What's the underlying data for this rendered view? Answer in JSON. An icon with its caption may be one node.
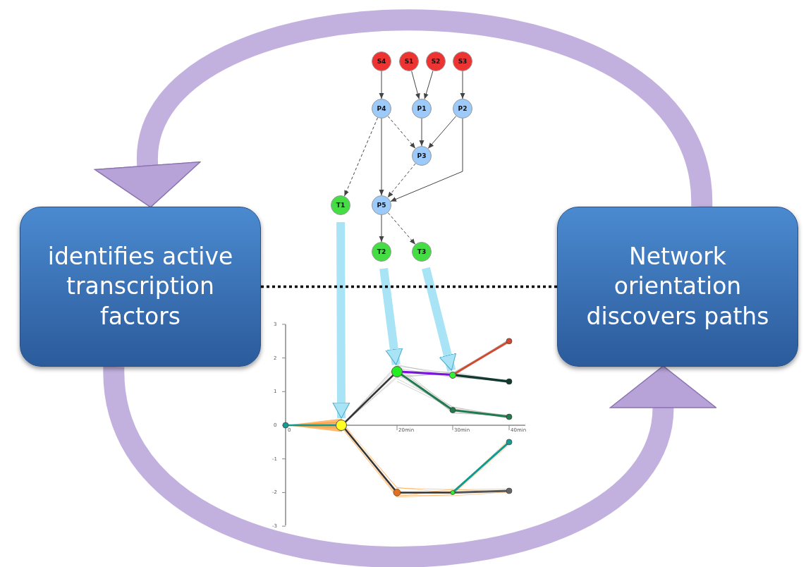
{
  "diagram": {
    "nodes": [
      {
        "text": [
          "S4"
        ]
      },
      {
        "text": [
          "S1"
        ]
      },
      {
        "text": [
          "S2"
        ]
      },
      {
        "text": [
          "S3"
        ]
      },
      {
        "text": [
          "P4"
        ]
      },
      {
        "text": [
          "P1"
        ]
      },
      {
        "text": [
          "P2"
        ]
      },
      {
        "text": [
          "P3"
        ]
      },
      {
        "text": [
          "T1"
        ]
      },
      {
        "text": [
          "P5"
        ]
      },
      {
        "text": [
          "identifies active transcription factors"
        ]
      },
      {
        "text": [
          "Network orientation discovers paths"
        ]
      },
      {
        "text": [
          "T2"
        ]
      },
      {
        "text": [
          "T3"
        ]
      },
      {
        "text": [],
        "shape": "circle"
      },
      {
        "text": [],
        "shape": "circle"
      },
      {
        "text": [],
        "shape": "circle"
      }
    ],
    "edges": [
      {
        "from": 0,
        "to": 4,
        "arrow": "to"
      },
      {
        "from": 1,
        "to": 5,
        "arrow": "to"
      },
      {
        "from": 2,
        "to": 5,
        "arrow": "to"
      },
      {
        "from": 3,
        "to": 6,
        "arrow": "to"
      },
      {
        "from": 4,
        "to": 8,
        "arrow": "to",
        "style": "dashed"
      },
      {
        "from": 4,
        "to": 9,
        "arrow": "to"
      },
      {
        "from": 4,
        "to": 7,
        "arrow": "to",
        "style": "dashed"
      },
      {
        "from": 5,
        "to": 7,
        "arrow": "to"
      },
      {
        "from": 6,
        "to": 7,
        "arrow": "to"
      },
      {
        "from": 6,
        "to": 9,
        "arrow": "to"
      },
      {
        "from": 7,
        "to": 9,
        "arrow": "to",
        "style": "dashed"
      },
      {
        "from": 9,
        "to": 12,
        "arrow": "to"
      },
      {
        "from": 9,
        "to": 13,
        "arrow": "to",
        "style": "dashed"
      },
      {
        "from": 8,
        "to": 14,
        "arrow": "to",
        "style": "thick",
        "color": "#a8e4f6"
      },
      {
        "from": 12,
        "to": 15,
        "arrow": "to",
        "style": "thick",
        "color": "#a8e4f6"
      },
      {
        "from": 13,
        "to": 16,
        "arrow": "to",
        "style": "thick",
        "color": "#a8e4f6"
      },
      {
        "from": 10,
        "to": 11,
        "arrow": "none",
        "style": "dashed",
        "color": "#000000"
      },
      {
        "from": 11,
        "to": 10,
        "arrow": "to",
        "style": "thick",
        "color": "#b7a3d8"
      },
      {
        "from": 10,
        "to": 11,
        "arrow": "to",
        "style": "thick",
        "color": "#b7a3d8"
      }
    ],
    "labels": [
      "3",
      "2",
      "1",
      "0",
      "-1",
      "-2",
      "-3",
      "0",
      "20min",
      "30min",
      "40min"
    ]
  }
}
